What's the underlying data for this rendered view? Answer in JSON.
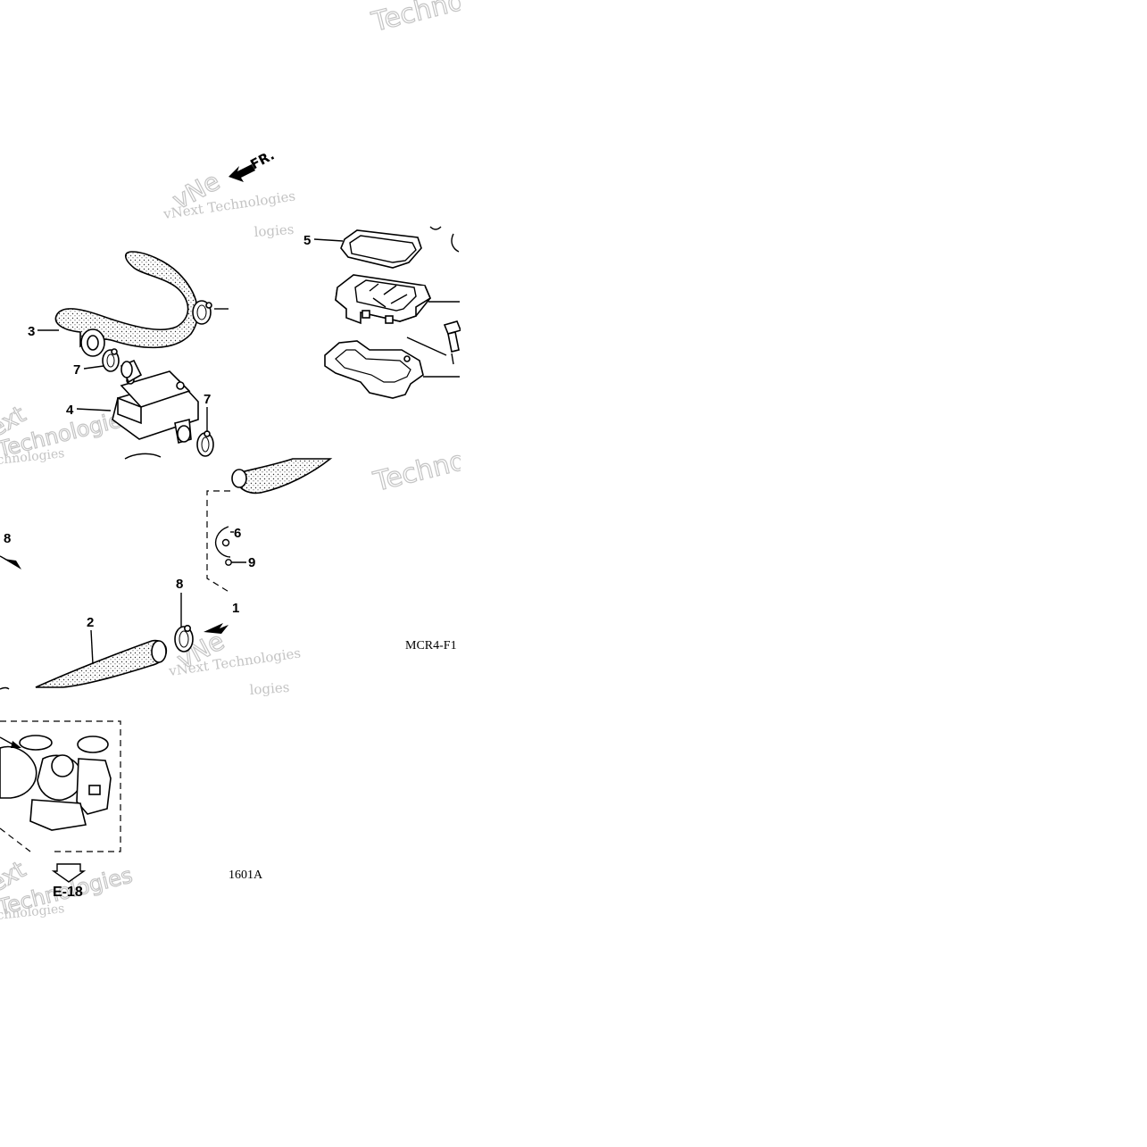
{
  "diagram": {
    "direction_label": "FR.",
    "part_labels": [
      {
        "id": "label-1",
        "text": "1"
      },
      {
        "id": "label-2",
        "text": "2"
      },
      {
        "id": "label-3",
        "text": "3"
      },
      {
        "id": "label-4",
        "text": "4"
      },
      {
        "id": "label-5",
        "text": "5"
      },
      {
        "id": "label-6",
        "text": "6"
      },
      {
        "id": "label-7a",
        "text": "7"
      },
      {
        "id": "label-7b",
        "text": "7"
      },
      {
        "id": "label-8a",
        "text": "8"
      },
      {
        "id": "label-8b",
        "text": "8"
      },
      {
        "id": "label-9",
        "text": "9"
      }
    ],
    "code_primary": "MCR4-F1",
    "code_secondary": "1601A",
    "reference": "E-18"
  },
  "watermarks": {
    "brand": "vNext Technologies",
    "fragment_vnext": "vNe",
    "fragment_ext": "ext",
    "fragment_tech": "Techno",
    "fragment_technologies": "Technologies",
    "fragment_chnologies": "chnologies",
    "fragment_logies": "logies"
  }
}
